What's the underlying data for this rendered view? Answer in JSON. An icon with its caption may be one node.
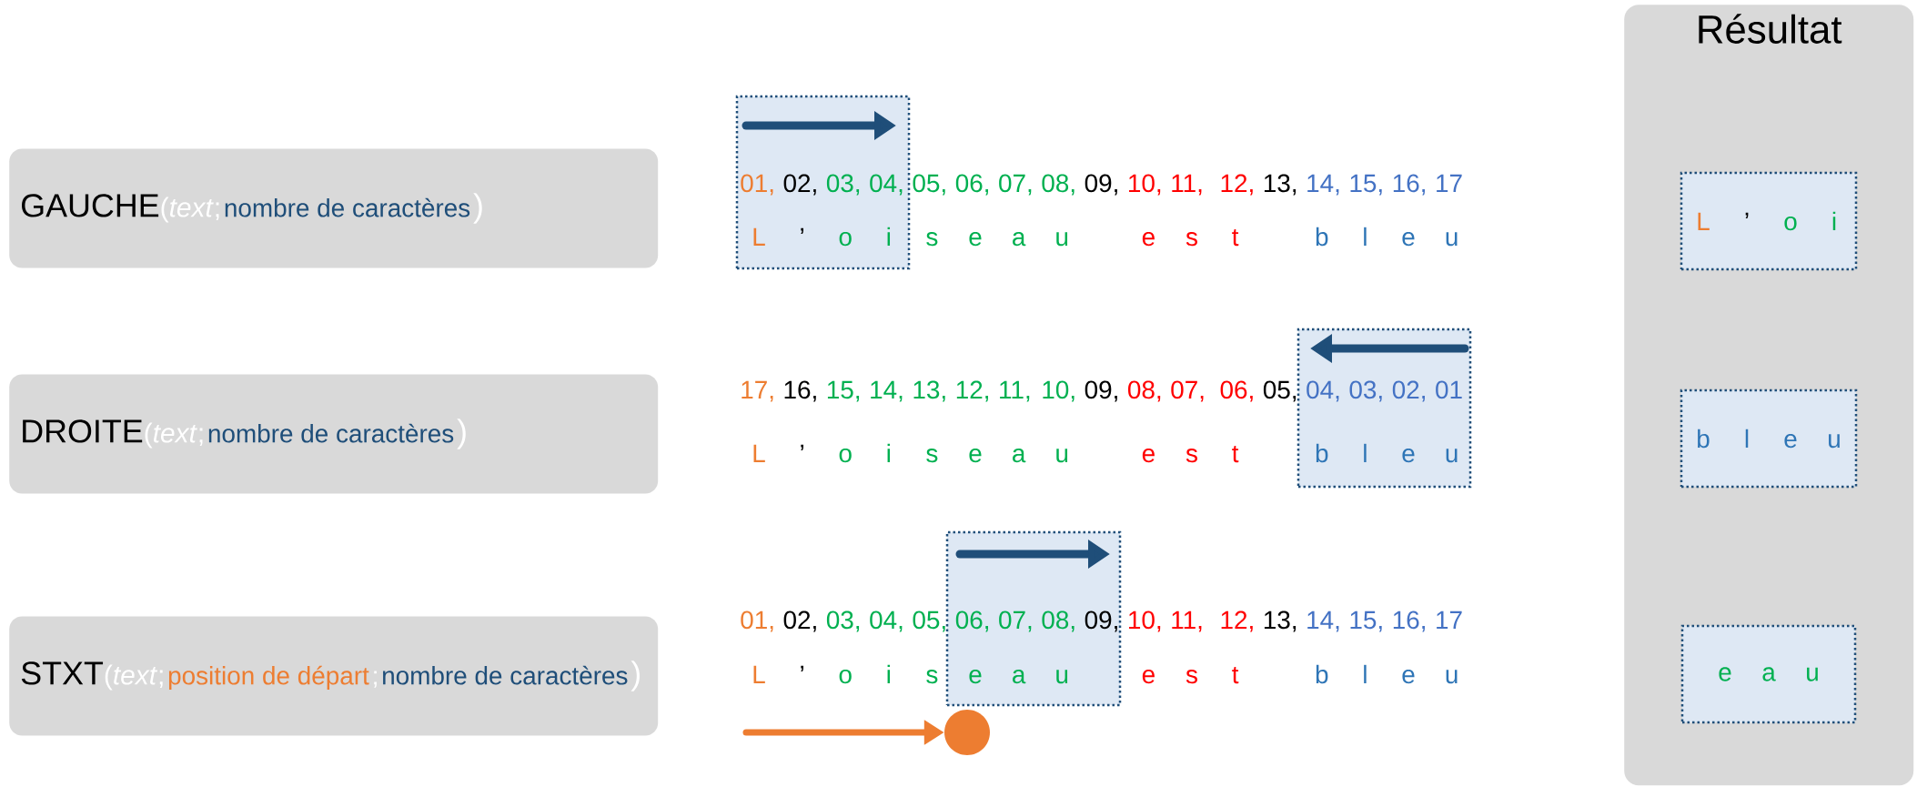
{
  "diagram": {
    "nodes": [
      {
        "text": [
          "GAUCHE",
          "(*text*;",
          "nombre de caractères",
          ")"
        ]
      },
      {
        "text": [
          "01,",
          "02,",
          "03,",
          "04,",
          "L",
          "’",
          "o",
          "i"
        ]
      },
      {
        "text": [
          "DROITE",
          "(*text*;",
          "nombre de caractères",
          ")"
        ]
      },
      {
        "text": [
          "04,",
          "03,",
          "02,",
          "01",
          "b",
          "l",
          "e",
          "u"
        ]
      },
      {
        "text": [
          "STXT",
          "(*text*;",
          "position de départ",
          ";",
          "nombre de caractères",
          ")"
        ]
      },
      {
        "text": [
          "06,",
          "07,",
          "08,",
          "09,",
          "e",
          "a",
          "u"
        ]
      },
      {
        "text": [],
        "shape": "circle"
      },
      {
        "text": [
          "Résultat"
        ]
      },
      {
        "text": [
          "L",
          "’",
          "o",
          "i"
        ],
        "in": 7
      },
      {
        "text": [
          "b",
          "l",
          "e",
          "u"
        ],
        "in": 7
      },
      {
        "text": [
          "e",
          "a",
          "u"
        ],
        "in": 7
      }
    ],
    "edges": [
      {
        "from": null,
        "to": 6,
        "arrow": "to"
      }
    ],
    "labels": [
      "05,",
      "06,",
      "07,",
      "08,",
      "09,",
      "10,",
      "11,",
      "12,",
      "13,",
      "14,",
      "15,",
      "16,",
      "17",
      "s",
      "e",
      "a",
      "u",
      "e",
      "s",
      "t",
      "b",
      "l",
      "e",
      "u",
      "17,",
      "16,",
      "15,",
      "14,",
      "13,",
      "12,",
      "11,",
      "10,",
      "09,",
      "08,",
      "07,",
      "06,",
      "05,",
      "L",
      "’",
      "o",
      "i",
      "s",
      "e",
      "a",
      "u",
      "e",
      "s",
      "t",
      "01,",
      "02,",
      "03,",
      "04,",
      "05,",
      "10,",
      "11,",
      "12,",
      "13,",
      "14,",
      "15,",
      "16,",
      "17",
      "L",
      "’",
      "o",
      "i",
      "s",
      "e",
      "s",
      "t",
      "b",
      "l",
      "e",
      "u"
    ]
  }
}
